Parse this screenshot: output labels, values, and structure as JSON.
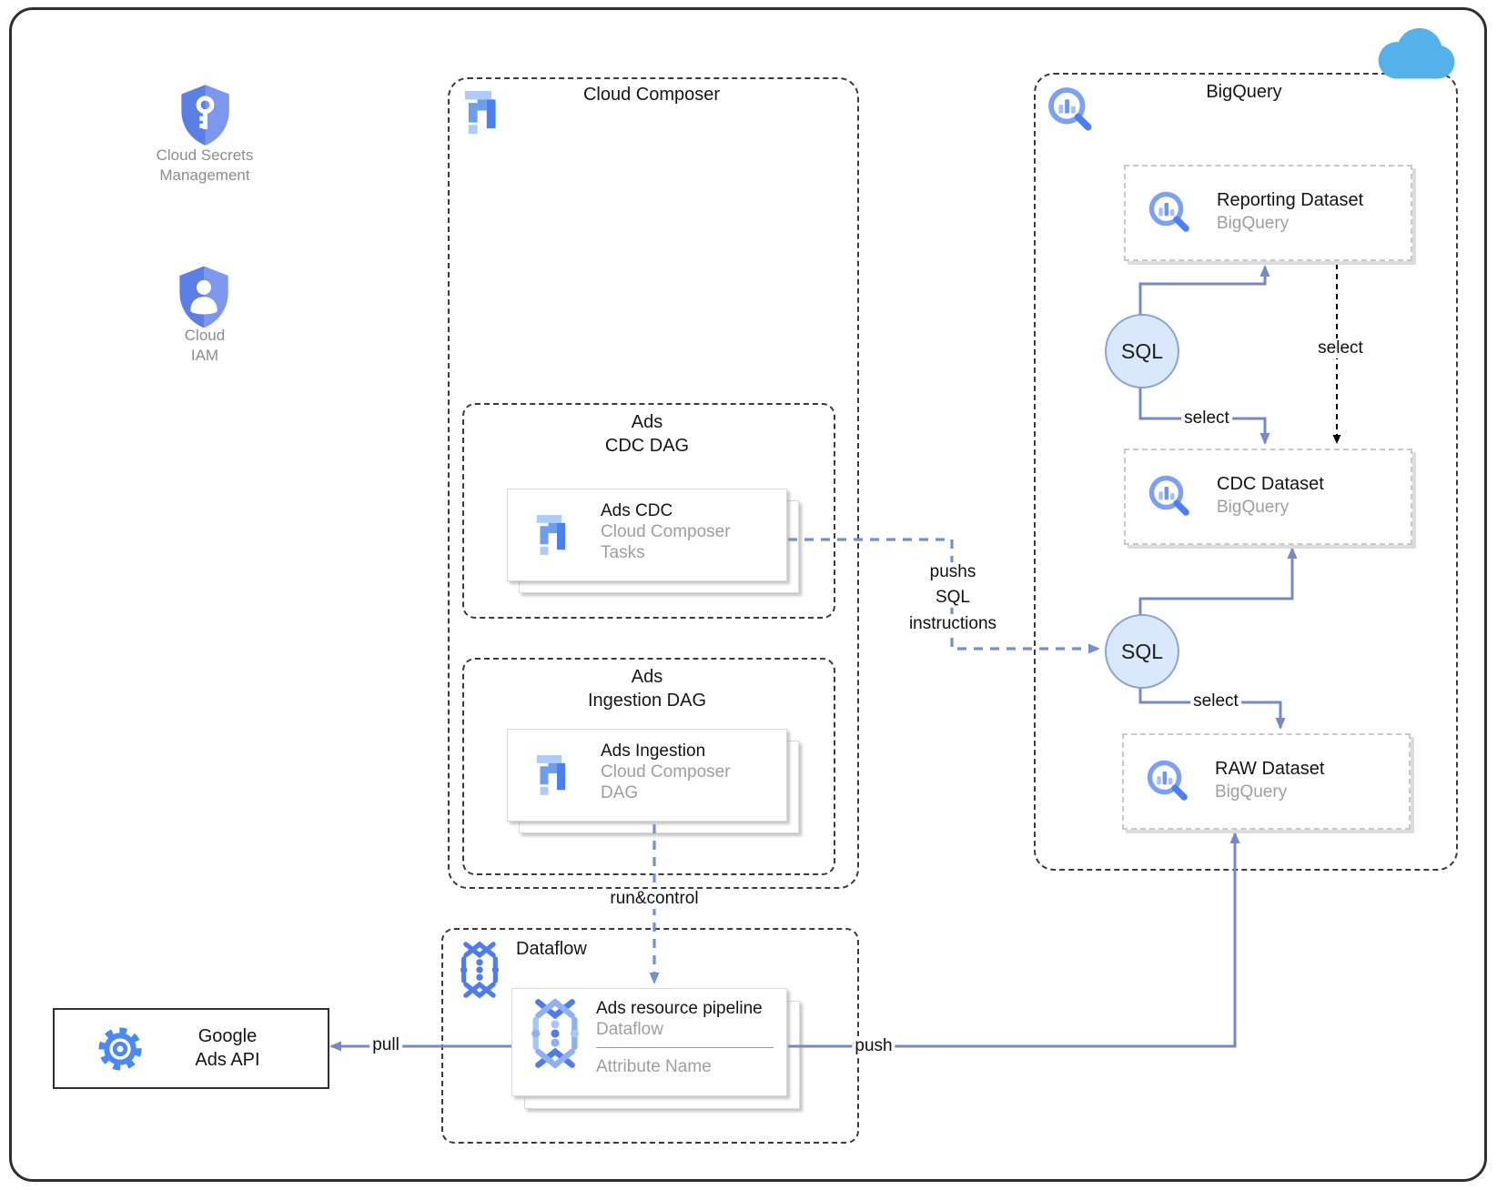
{
  "peripherals": {
    "secrets": {
      "line1": "Cloud Secrets",
      "line2": "Management"
    },
    "iam": {
      "line1": "Cloud",
      "line2": "IAM"
    }
  },
  "composer": {
    "title": "Cloud Composer",
    "cdc_dag": {
      "line1": "Ads",
      "line2": "CDC DAG",
      "card": {
        "title": "Ads CDC",
        "sub1": "Cloud Composer",
        "sub2": "Tasks"
      }
    },
    "ingestion_dag": {
      "line1": "Ads",
      "line2": "Ingestion DAG",
      "card": {
        "title": "Ads Ingestion",
        "sub1": "Cloud Composer",
        "sub2": "DAG"
      }
    }
  },
  "bigquery": {
    "title": "BigQuery",
    "datasets": [
      {
        "title": "Reporting Dataset",
        "subtitle": "BigQuery"
      },
      {
        "title": "CDC Dataset",
        "subtitle": "BigQuery"
      },
      {
        "title": "RAW Dataset",
        "subtitle": "BigQuery"
      }
    ],
    "sql1": "SQL",
    "sql2": "SQL"
  },
  "dataflow": {
    "title": "Dataflow",
    "card": {
      "title": "Ads resource pipeline",
      "sub": "Dataflow",
      "attribute": "Attribute Name"
    }
  },
  "ads_api": {
    "line1": "Google",
    "line2": "Ads API"
  },
  "edges": {
    "pushs_line1": "pushs",
    "pushs_line2": "SQL",
    "pushs_line3": "instructions",
    "run_control": "run&control",
    "pull": "pull",
    "push": "push",
    "select_reporting": "select",
    "select_cdc_dashed": "select",
    "select_raw": "select"
  },
  "icons": {
    "secrets": "shield-key-icon",
    "iam": "shield-person-icon",
    "composer": "cloud-composer-icon",
    "bigquery": "bigquery-lens-icon",
    "dataflow": "dataflow-icon",
    "ads_api": "gear-icon",
    "cloud": "cloud-icon"
  },
  "colors": {
    "shield_dark": "#5b7fe4",
    "shield_light": "#7d97ee",
    "light_blue": "#aecbfa",
    "medium_blue": "#6d9eeb",
    "primary_blue": "#4285f4",
    "lens_ring": "#7ba0f4",
    "lens_handle": "#4d7df2",
    "sql_fill": "#dae8fc",
    "sql_stroke": "#8aa3d6",
    "arrow_solid": "#7688c5",
    "arrow_dashed": "#7390d2",
    "arrow_black": "#000000",
    "cloud": "#55b1e9",
    "gray_text": "#9e9e9e",
    "frame": "#2f2f2f"
  }
}
